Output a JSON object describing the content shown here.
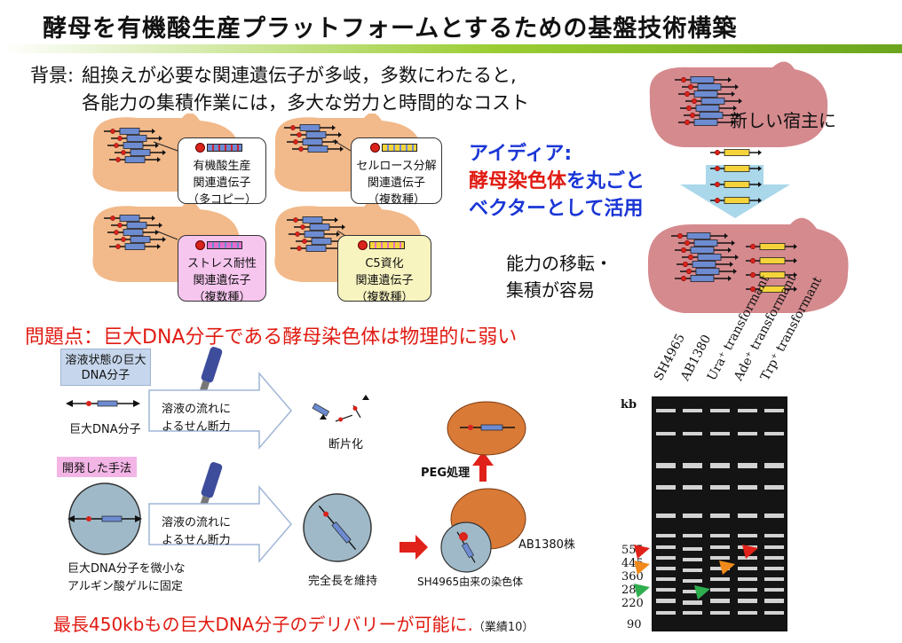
{
  "title": "酵母を有機酸生産プラットフォームとするための基盤技術構築",
  "background": {
    "heading": "背景:",
    "line1": "組換えが必要な関連遺伝子が多岐，多数にわたると,",
    "line2": "各能力の集積作業には，多大な労力と時間的なコスト"
  },
  "callouts": [
    {
      "lines": [
        "有機酸生産",
        "関連遺伝子",
        "（多コピー）"
      ],
      "fill": "#ffffff",
      "strip": "#6d8bd1"
    },
    {
      "lines": [
        "セルロース分解",
        "関連遺伝子",
        "（複数種）"
      ],
      "fill": "#ffffff",
      "strip": "#f5d43b"
    },
    {
      "lines": [
        "ストレス耐性",
        "関連遺伝子",
        "（複数種）"
      ],
      "fill": "#f7c6ef",
      "strip": "#e36dc8"
    },
    {
      "lines": [
        "C5資化",
        "関連遺伝子",
        "（複数種）"
      ],
      "fill": "#f8f4c0",
      "strip": "#f5d43b"
    }
  ],
  "idea": {
    "label": "アイディア:",
    "line1_red": "酵母染色体",
    "line1_blue": "を丸ごと",
    "line2": "ベクターとして活用",
    "new_host": "新しい宿主に",
    "transfer_line1": "能力の移転・",
    "transfer_line2": "集積が容易"
  },
  "problem": "問題点：巨大DNA分子である酵母染色体は物理的に弱い",
  "method": {
    "solution_box": [
      "溶液状態の巨大",
      "DNA分子"
    ],
    "giant_dna": "巨大DNA分子",
    "shear": [
      "溶液の流れに",
      "よるせん断力"
    ],
    "fragment": "断片化",
    "developed": "開発した手法",
    "fixed": [
      "巨大DNA分子を微小な",
      "アルギン酸ゲルに固定"
    ],
    "full_length": "完全長を維持",
    "peg": "PEG処理",
    "strain": "AB1380株",
    "origin": "SH4965由来の染色体"
  },
  "bottom": {
    "message": "最長450kbもの巨大DNA分子のデリバリーが可能に.",
    "note": "（業績10）"
  },
  "gel": {
    "kb_unit": "kb",
    "markers": [
      "555",
      "445",
      "360",
      "280",
      "220",
      "90"
    ],
    "lanes": [
      "SH4965",
      "AB1380",
      "Ura⁺ transformant",
      "Ade⁺ transformant",
      "Trp⁺ transformant"
    ],
    "arrow_colors": {
      "red": "#e0221a",
      "orange": "#f08a1c",
      "green": "#2fae4f"
    }
  },
  "colors": {
    "accent_red": "#e01b12",
    "accent_blue": "#1a36d6",
    "title_bar": "#9acd32"
  }
}
